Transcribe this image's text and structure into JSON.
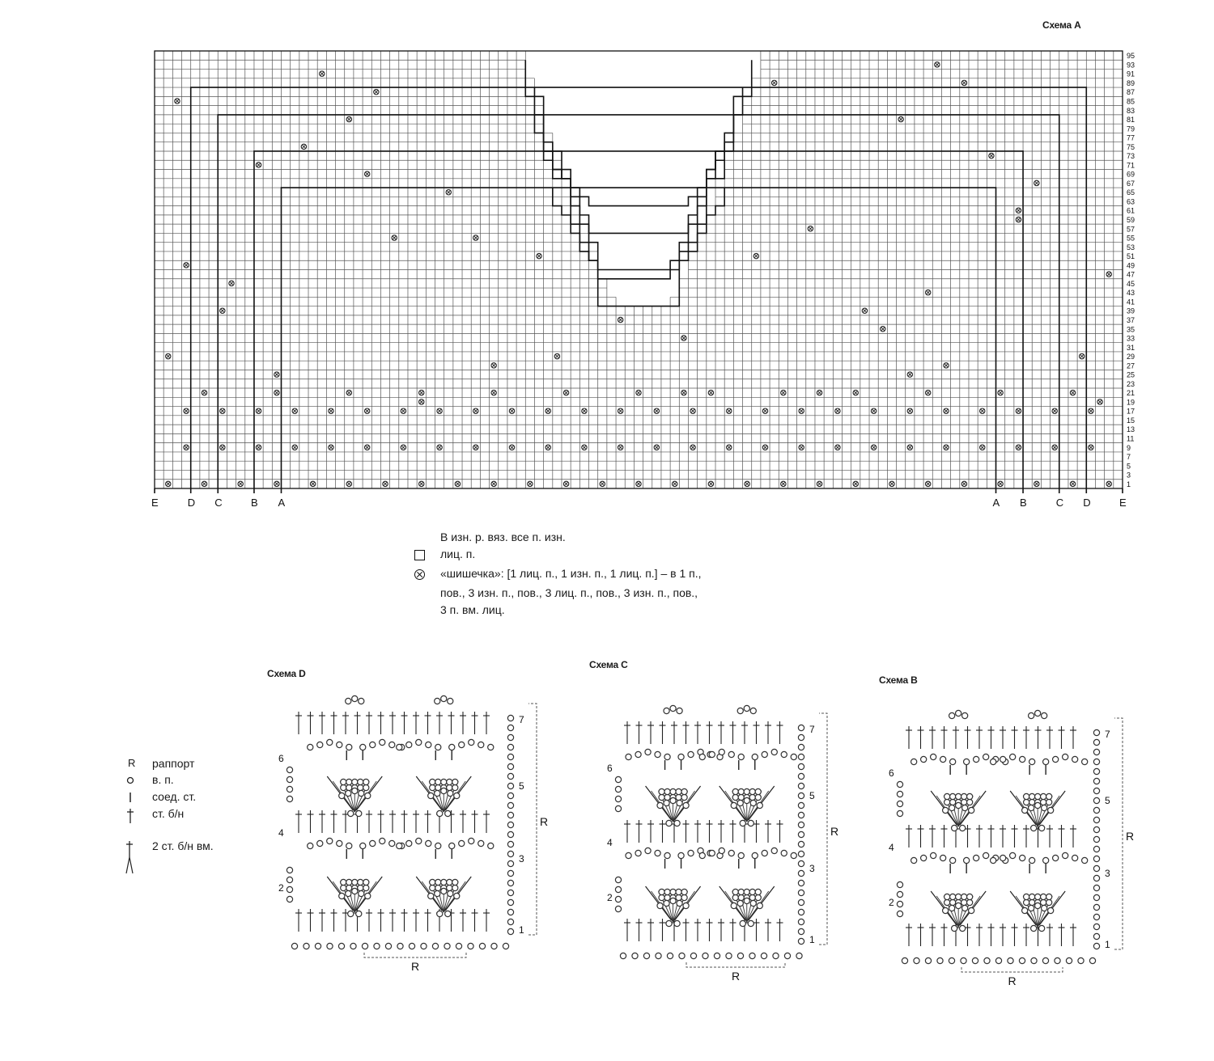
{
  "schemeA": {
    "title": "Схема A",
    "row_numbers": [
      1,
      3,
      5,
      7,
      9,
      11,
      13,
      15,
      17,
      19,
      21,
      23,
      25,
      27,
      29,
      31,
      33,
      35,
      37,
      39,
      41,
      43,
      45,
      47,
      49,
      51,
      53,
      55,
      57,
      59,
      61,
      63,
      65,
      67,
      69,
      71,
      73,
      75,
      77,
      79,
      81,
      83,
      85,
      87,
      89,
      91,
      93,
      95
    ],
    "edge_labels_left": [
      "E",
      "D",
      "C",
      "B",
      "A"
    ],
    "edge_labels_right": [
      "A",
      "B",
      "C",
      "D",
      "E"
    ]
  },
  "legendA": {
    "intro": "В изн. р. вяз. все п. изн.",
    "knit_label": "лиц. п.",
    "bobble_lines": [
      "«шишечка»: [1 лиц. п., 1 изн. п., 1 лиц. п.] – в 1 п.,",
      "пов., 3 изн. п., пов., 3 лиц. п., пов., 3 изн. п., пов.,",
      "3 п. вм. лиц."
    ],
    "knit_icon": "square-icon",
    "bobble_icon": "bobble-icon"
  },
  "crochetLegend": {
    "items": [
      {
        "symbol": "R",
        "label": "раппорт"
      },
      {
        "symbol": "chain-icon",
        "label": "в. п."
      },
      {
        "symbol": "slip-stitch-icon",
        "label": "соед. ст."
      },
      {
        "symbol": "single-crochet-icon",
        "label": "ст. б/н"
      },
      {
        "symbol": "sc2tog-icon",
        "label": "2 ст. б/н вм."
      }
    ]
  },
  "schemeD": {
    "title": "Схема D",
    "rows": [
      "1",
      "2",
      "3",
      "4",
      "5",
      "6",
      "7"
    ],
    "repeat_label": "R"
  },
  "schemeC": {
    "title": "Схема C",
    "rows": [
      "1",
      "2",
      "3",
      "4",
      "5",
      "6",
      "7"
    ],
    "repeat_label": "R"
  },
  "schemeB": {
    "title": "Схема B",
    "rows": [
      "1",
      "2",
      "3",
      "4",
      "5",
      "6",
      "7"
    ],
    "repeat_label": "R"
  }
}
